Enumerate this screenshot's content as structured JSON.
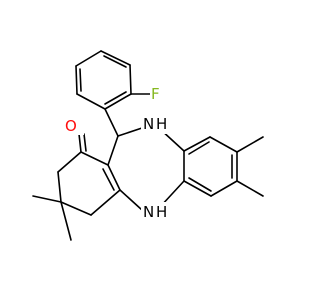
{
  "molecule": {
    "atoms": {
      "oxygen": "O",
      "fluorine": "F",
      "nh_upper_n": "N",
      "nh_upper_h": "H",
      "nh_lower_n": "N",
      "nh_lower_h": "H"
    },
    "colors": {
      "bond": "#000000",
      "oxygen": "#ff0d0d",
      "fluorine": "#85b81f",
      "nitrogen": "#000000",
      "background": "#ffffff"
    }
  }
}
